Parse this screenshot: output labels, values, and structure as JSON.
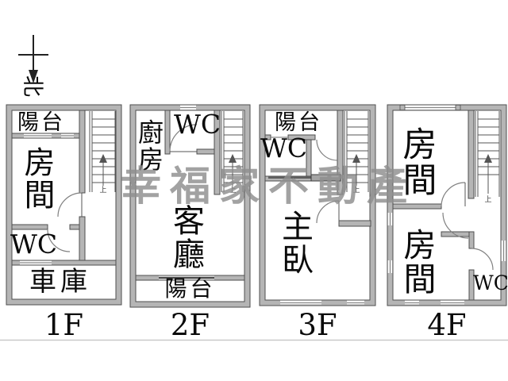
{
  "compass": {
    "north_label": "北"
  },
  "watermark": {
    "text": "幸福家不動產",
    "color": "#8e8e8e"
  },
  "stairs": {
    "up_label": "上"
  },
  "floors": [
    {
      "id": "1F",
      "label": "1F",
      "rooms": {
        "balcony": "陽台",
        "bedroom": "房間",
        "wc": "WC",
        "garage": "車庫"
      }
    },
    {
      "id": "2F",
      "label": "2F",
      "rooms": {
        "kitchen": "廚房",
        "wc": "WC",
        "living": "客廳",
        "balcony": "陽台"
      }
    },
    {
      "id": "3F",
      "label": "3F",
      "rooms": {
        "balcony": "陽台",
        "wc": "WC",
        "master": "主臥"
      }
    },
    {
      "id": "4F",
      "label": "4F",
      "rooms": {
        "room_upper": "房間",
        "room_lower": "房間",
        "wc": "WC"
      }
    }
  ],
  "colors": {
    "background": "#ffffff",
    "wall_fill": "#b5b5b5",
    "wall_outline": "#4f4f4f",
    "stair_line": "#555555",
    "door_arc": "#808080",
    "text": "#0a0a0a",
    "image_edge_line": "#c9c9c9"
  }
}
